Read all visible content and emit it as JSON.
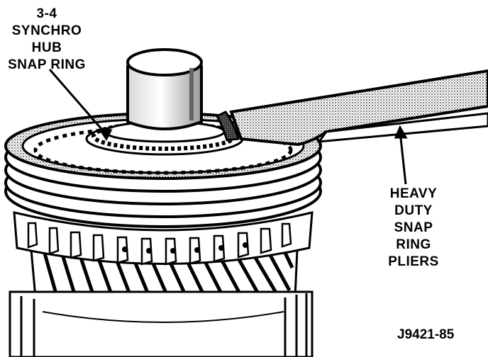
{
  "labels": {
    "synchro_hub_snap_ring": [
      "3-4",
      "SYNCHRO",
      "HUB",
      "SNAP RING"
    ],
    "heavy_duty_pliers": [
      "HEAVY",
      "DUTY",
      "SNAP",
      "RING",
      "PLIERS"
    ]
  },
  "figure_id": "J9421-85",
  "colors": {
    "ink": "#000000",
    "paper": "#ffffff",
    "shading": "#8a8a8a"
  }
}
